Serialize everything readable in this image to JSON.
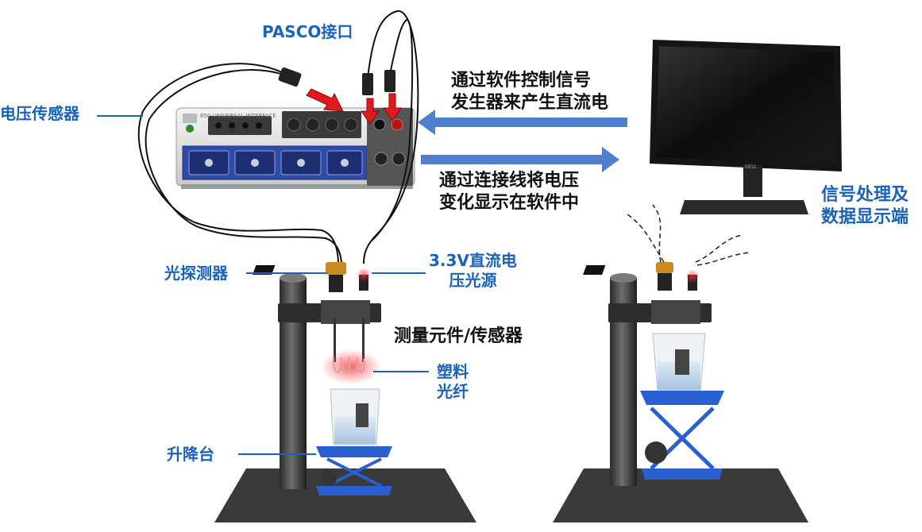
{
  "labels": {
    "pasco_interface": "PASCO接口",
    "voltage_sensor": "电压传感器",
    "software_control_line1": "通过软件控制信号",
    "software_control_line2": "发生器来产生直流电",
    "display_voltage_line1": "通过连接线将电压",
    "display_voltage_line2": "变化显示在软件中",
    "signal_processing_line1": "信号处理及",
    "signal_processing_line2": "数据显示端",
    "light_detector": "光探测器",
    "light_source_line1": "3.3V直流电",
    "light_source_line2": "压光源",
    "measuring_element": "测量元件/传感器",
    "plastic_fiber_line1": "塑料",
    "plastic_fiber_line2": "光纤",
    "lifting_table": "升降台"
  },
  "device": {
    "brand": "PASCO",
    "model": "850 UNIVERSAL INTERFACE",
    "monitor_brand": "DELL"
  },
  "colors": {
    "label_blue": "#1a63b8",
    "arrow_blue": "#4f7fd0",
    "red_arrow": "#e0191f",
    "interface_blue": "#2f4ba8"
  }
}
